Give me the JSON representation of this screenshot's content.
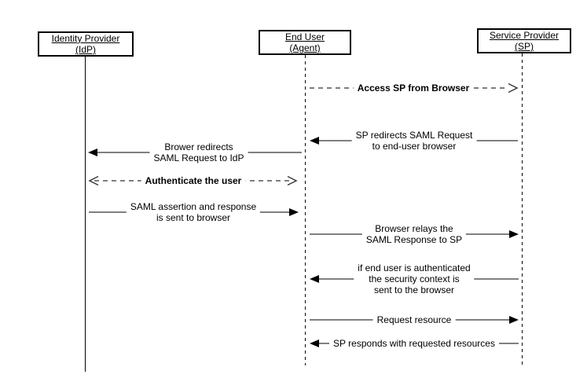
{
  "diagram_type": "sequence-diagram",
  "actors": [
    {
      "title": "Identity Provider",
      "subtitle": "(IdP)"
    },
    {
      "title": "End User",
      "subtitle": "(Agent)"
    },
    {
      "title": "Service Provider",
      "subtitle": "(SP)"
    }
  ],
  "messages": [
    {
      "text": "Access SP from Browser",
      "from": "End User (Agent)",
      "to": "Service Provider (SP)",
      "line_style": "dashed",
      "arrowhead": "open",
      "emphasis": "bold",
      "bidirectional": false
    },
    {
      "text": "SP redirects SAML Request\nto end-user browser",
      "from": "Service Provider (SP)",
      "to": "End User (Agent)",
      "line_style": "solid",
      "arrowhead": "filled",
      "emphasis": "normal",
      "bidirectional": false
    },
    {
      "text": "Brower redirects\nSAML Request to IdP",
      "from": "End User (Agent)",
      "to": "Identity Provider (IdP)",
      "line_style": "solid",
      "arrowhead": "filled",
      "emphasis": "normal",
      "bidirectional": false
    },
    {
      "text": "Authenticate the user",
      "from": "Identity Provider (IdP)",
      "to": "End User (Agent)",
      "line_style": "dashed",
      "arrowhead": "open",
      "emphasis": "bold",
      "bidirectional": true
    },
    {
      "text": "SAML assertion and response\nis sent to browser",
      "from": "Identity Provider (IdP)",
      "to": "End User (Agent)",
      "line_style": "solid",
      "arrowhead": "filled",
      "emphasis": "normal",
      "bidirectional": false
    },
    {
      "text": "Browser relays the\nSAML Response to SP",
      "from": "End User (Agent)",
      "to": "Service Provider (SP)",
      "line_style": "solid",
      "arrowhead": "filled",
      "emphasis": "normal",
      "bidirectional": false
    },
    {
      "text": "if end user is authenticated\nthe security context is\nsent to the browser",
      "from": "Service Provider (SP)",
      "to": "End User (Agent)",
      "line_style": "solid",
      "arrowhead": "filled",
      "emphasis": "normal",
      "bidirectional": false
    },
    {
      "text": "Request resource",
      "from": "End User (Agent)",
      "to": "Service Provider (SP)",
      "line_style": "solid",
      "arrowhead": "filled",
      "emphasis": "normal",
      "bidirectional": false
    },
    {
      "text": "SP responds with requested resources",
      "from": "Service Provider (SP)",
      "to": "End User (Agent)",
      "line_style": "solid",
      "arrowhead": "filled",
      "emphasis": "normal",
      "bidirectional": false
    }
  ],
  "colors": {
    "background": "#ffffff",
    "box_border": "#000000",
    "text": "#000000",
    "message_line": "#808080",
    "arrowhead": "#000000",
    "lifeline": "#000000"
  }
}
